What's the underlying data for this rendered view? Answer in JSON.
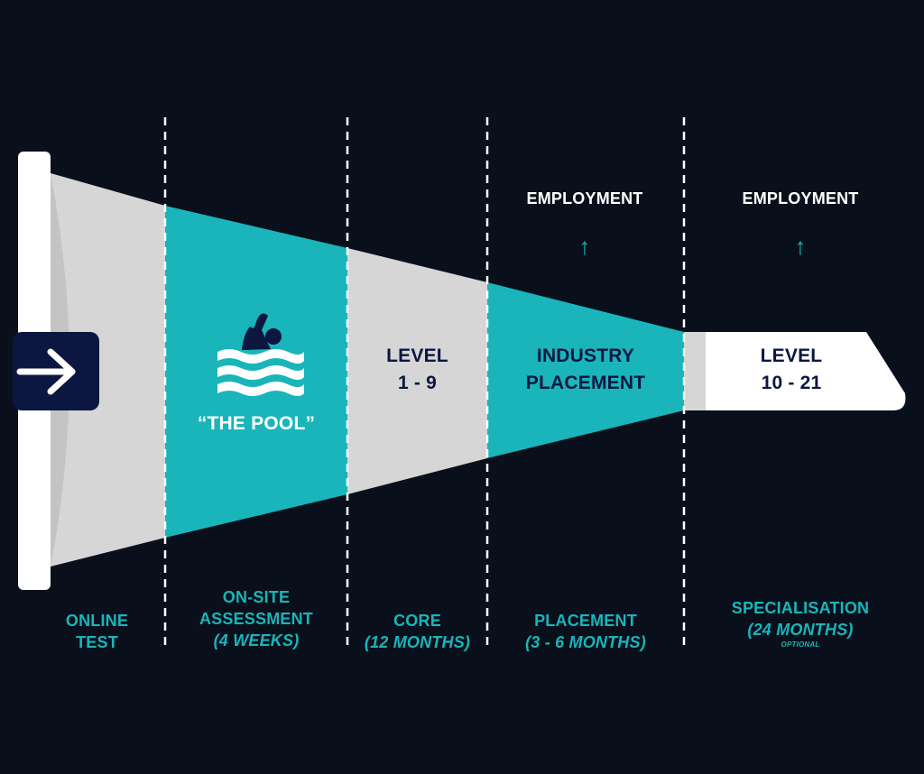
{
  "colors": {
    "background": "#0a101b",
    "teal": "#19b5ba",
    "light_gray": "#d6d6d6",
    "mid_gray": "#c4c4c4",
    "navy": "#0b1740",
    "white": "#ffffff"
  },
  "stages": [
    {
      "title": "ONLINE",
      "title2": "TEST",
      "subtitle": ""
    },
    {
      "title": "ON-SITE",
      "title2": "ASSESSMENT",
      "subtitle": "(4 WEEKS)"
    },
    {
      "title": "CORE",
      "title2": "",
      "subtitle": "(12 MONTHS)"
    },
    {
      "title": "PLACEMENT",
      "title2": "",
      "subtitle": "(3 - 6 MONTHS)"
    },
    {
      "title": "SPECIALISATION",
      "title2": "",
      "subtitle": "(24 MONTHS)",
      "note": "OPTIONAL"
    }
  ],
  "segments": {
    "pool": {
      "label": "“THE POOL”",
      "icon": "swimmer-icon"
    },
    "core": {
      "line1": "LEVEL",
      "line2": "1 - 9"
    },
    "placement": {
      "line1": "INDUSTRY",
      "line2": "PLACEMENT"
    },
    "specialisation": {
      "line1": "LEVEL",
      "line2": "10 - 21"
    }
  },
  "outcomes": [
    {
      "label": "EMPLOYMENT",
      "icon": "arrow-up-icon",
      "glyph": "↑"
    },
    {
      "label": "EMPLOYMENT",
      "icon": "arrow-up-icon",
      "glyph": "↑"
    }
  ],
  "entry": {
    "icon": "arrow-right-icon"
  }
}
